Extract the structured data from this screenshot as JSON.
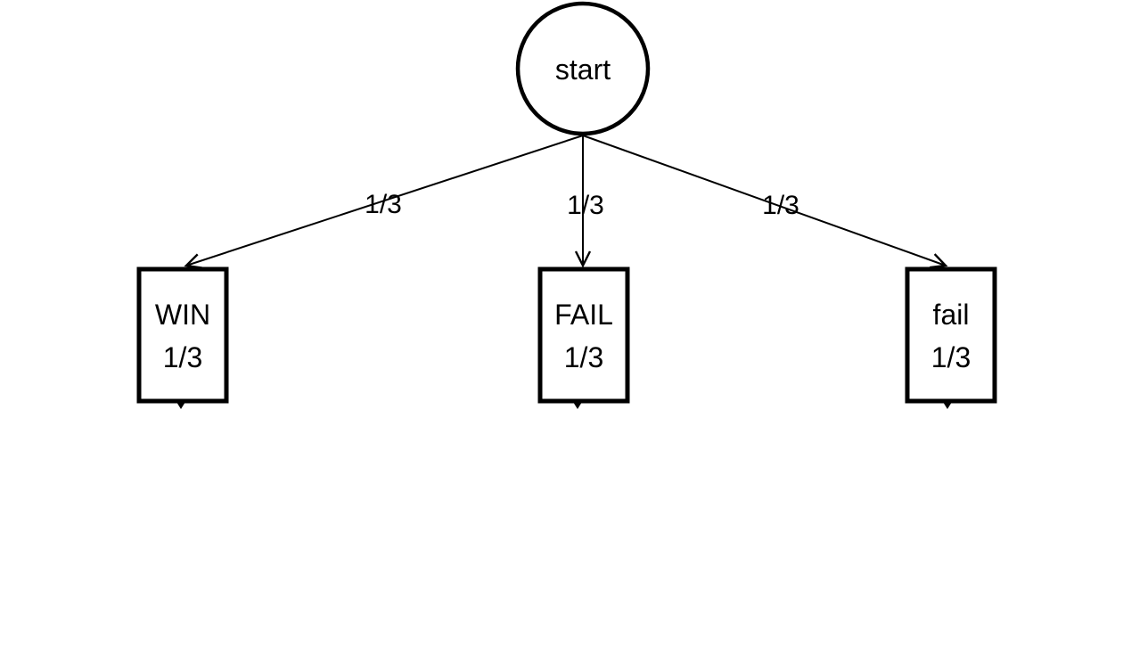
{
  "diagram": {
    "type": "probability-tree",
    "root": {
      "label": "start",
      "shape": "circle"
    },
    "edges": [
      {
        "label": "1/3",
        "from": "start",
        "to": "WIN"
      },
      {
        "label": "1/3",
        "from": "start",
        "to": "FAIL"
      },
      {
        "label": "1/3",
        "from": "start",
        "to": "fail"
      }
    ],
    "nodes": [
      {
        "label": "WIN",
        "value": "1/3",
        "shape": "rectangle"
      },
      {
        "label": "FAIL",
        "value": "1/3",
        "shape": "rectangle"
      },
      {
        "label": "fail",
        "value": "1/3",
        "shape": "rectangle"
      }
    ],
    "colors": {
      "stroke": "#000000",
      "text": "#000000",
      "background": "#ffffff"
    }
  }
}
